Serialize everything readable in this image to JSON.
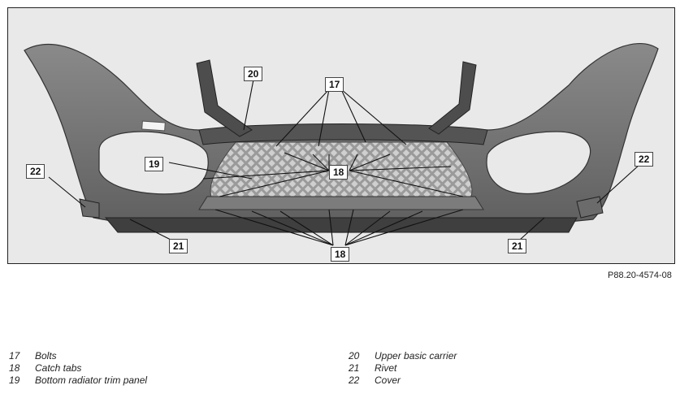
{
  "figure": {
    "callouts": {
      "c17": "17",
      "c18a": "18",
      "c18b": "18",
      "c19": "19",
      "c20": "20",
      "c21a": "21",
      "c21b": "21",
      "c22a": "22",
      "c22b": "22"
    },
    "reference_code": "P88.20-4574-08"
  },
  "legend": {
    "left": [
      {
        "num": "17",
        "text": "Bolts"
      },
      {
        "num": "18",
        "text": "Catch tabs"
      },
      {
        "num": "19",
        "text": "Bottom radiator trim panel"
      }
    ],
    "right": [
      {
        "num": "20",
        "text": "Upper basic carrier"
      },
      {
        "num": "21",
        "text": "Rivet"
      },
      {
        "num": "22",
        "text": "Cover"
      }
    ]
  }
}
